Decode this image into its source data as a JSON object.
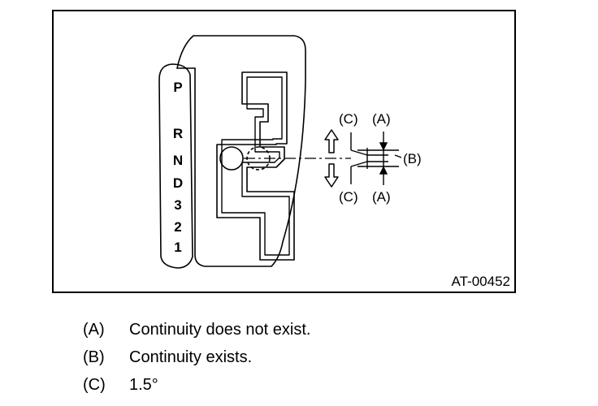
{
  "figure_code": "AT-00452",
  "gate_positions": [
    "P",
    "R",
    "N",
    "D",
    "3",
    "2",
    "1"
  ],
  "callouts": {
    "top_c": "(C)",
    "top_a": "(A)",
    "mid_b": "(B)",
    "bottom_c": "(C)",
    "bottom_a": "(A)"
  },
  "legend": [
    {
      "key": "(A)",
      "text": "Continuity does not exist."
    },
    {
      "key": "(B)",
      "text": "Continuity exists."
    },
    {
      "key": "(C)",
      "text": "1.5°"
    }
  ]
}
